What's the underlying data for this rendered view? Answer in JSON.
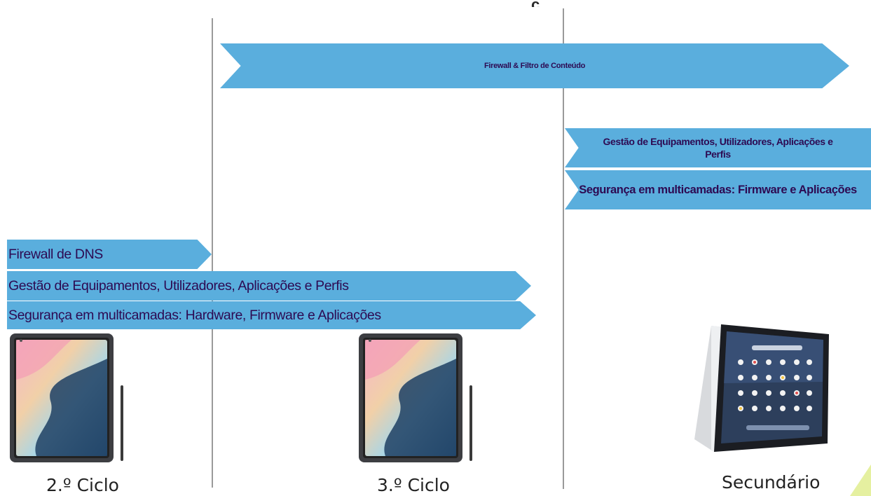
{
  "colors": {
    "band_fill": "#5aaedd",
    "band_text": "#2d0a52",
    "divider": "#9a9a9a",
    "accent_corner": "#e5f0a0"
  },
  "title_fragment": "ç",
  "bands": {
    "top": {
      "label": "Firewall & Filtro de Conteúdo"
    },
    "right_1": {
      "label": "Gestão de Equipamentos, Utilizadores, Aplicações e Perfis"
    },
    "right_2": {
      "label": "Segurança em multicamadas: Firmware e Aplicações"
    },
    "left_1": {
      "label": "Firewall de DNS"
    },
    "left_2": {
      "label": "Gestão de Equipamentos, Utilizadores, Aplicações e Perfis"
    },
    "left_3": {
      "label": "Segurança em multicamadas: Hardware, Firmware e Aplicações"
    }
  },
  "stages": [
    {
      "label": "2.º Ciclo",
      "device": "tablet-icon"
    },
    {
      "label": "3.º Ciclo",
      "device": "tablet-icon"
    },
    {
      "label": "Secundário",
      "device": "convertible-laptop-icon"
    }
  ]
}
